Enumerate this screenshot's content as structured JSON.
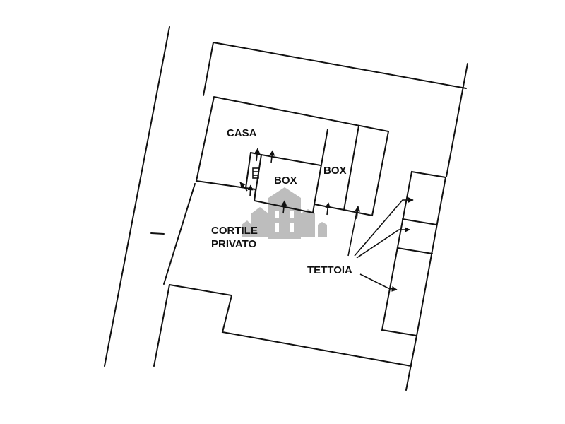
{
  "labels": {
    "casa": "CASA",
    "box1": "BOX",
    "box2": "BOX",
    "cortile_line1": "CORTILE",
    "cortile_line2": "PRIVATO",
    "tettoia": "TETTOIA"
  },
  "colors": {
    "ink": "#111111",
    "watermark": "#b9b9b9"
  }
}
